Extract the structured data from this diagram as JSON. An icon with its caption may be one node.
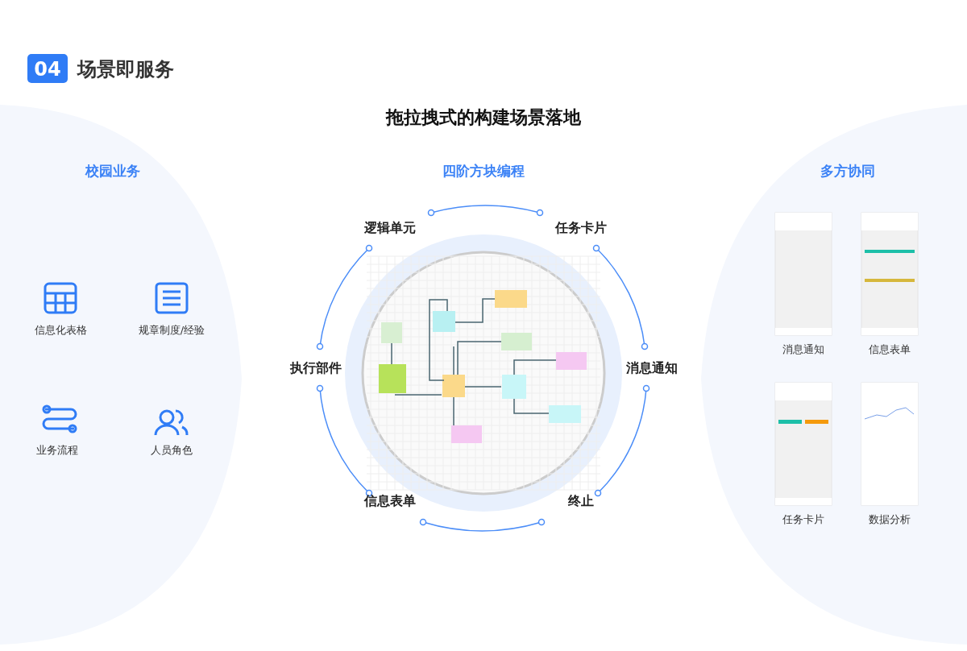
{
  "diagram": {
    "title": "场景即服务",
    "labels": [
      "04",
      "拖拉拽式的构建场景落地",
      "校园业务",
      "四阶方块编程",
      "多方协同",
      "信息化表格",
      "规章制度/经验",
      "业务流程",
      "人员角色",
      "逻辑单元",
      "任务卡片",
      "执行部件",
      "消息通知",
      "信息表单",
      "终止",
      "消息通知",
      "信息表单",
      "任务卡片",
      "数据分析"
    ]
  }
}
